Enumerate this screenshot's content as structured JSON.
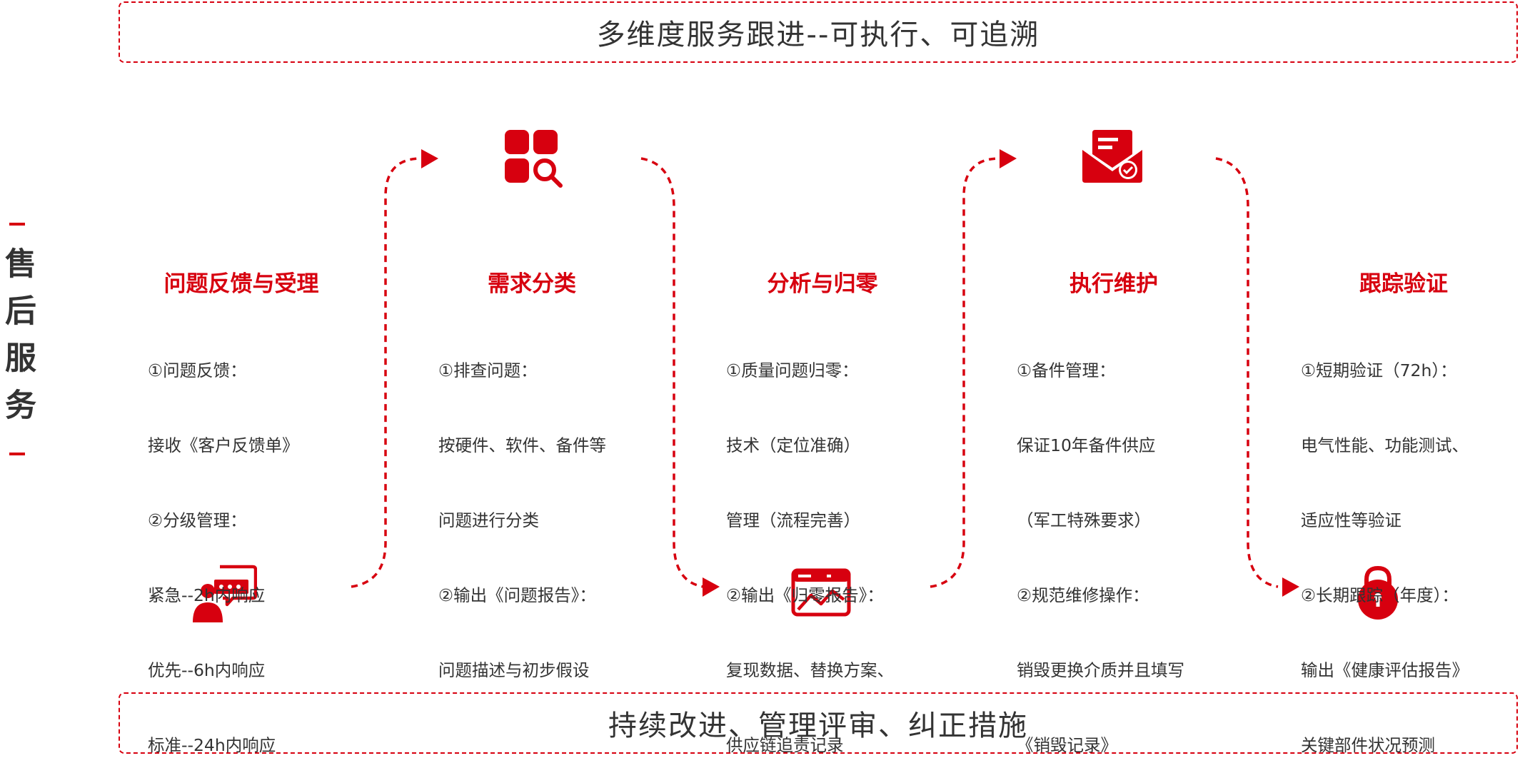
{
  "banner_top": "多维度服务跟进--可执行、可追溯",
  "banner_bottom": "持续改进、管理评审、纠正措施",
  "side_label": "售后服务",
  "steps": [
    {
      "title": "问题反馈与受理",
      "icon": "customer-chat-icon",
      "lines": [
        "①问题反馈：",
        "接收《客户反馈单》",
        "②分级管理：",
        "紧急--2h内响应",
        "优先--6h内响应",
        "标准--24h内响应"
      ]
    },
    {
      "title": "需求分类",
      "icon": "grid-search-icon",
      "lines": [
        "①排查问题：",
        "按硬件、软件、备件等",
        "问题进行分类",
        "②输出《问题报告》：",
        "问题描述与初步假设"
      ]
    },
    {
      "title": "分析与归零",
      "icon": "chart-window-icon",
      "lines": [
        "①质量问题归零：",
        "技术（定位准确）",
        "管理（流程完善）",
        "②输出《归零报告》：",
        "复现数据、替换方案、",
        "供应链追责记录"
      ]
    },
    {
      "title": "执行维护",
      "icon": "mail-check-icon",
      "lines": [
        "①备件管理：",
        "保证10年备件供应",
        "（军工特殊要求）",
        "②规范维修操作：",
        "销毁更换介质并且填写",
        "《销毁记录》"
      ]
    },
    {
      "title": "跟踪验证",
      "icon": "lock-icon",
      "lines": [
        "①短期验证（72h）：",
        "电气性能、功能测试、",
        "适应性等验证",
        "②长期跟踪（年度）：",
        "输出《健康评估报告》",
        "关键部件状况预测"
      ]
    }
  ],
  "colors": {
    "accent": "#d7000f",
    "text": "#333333"
  }
}
